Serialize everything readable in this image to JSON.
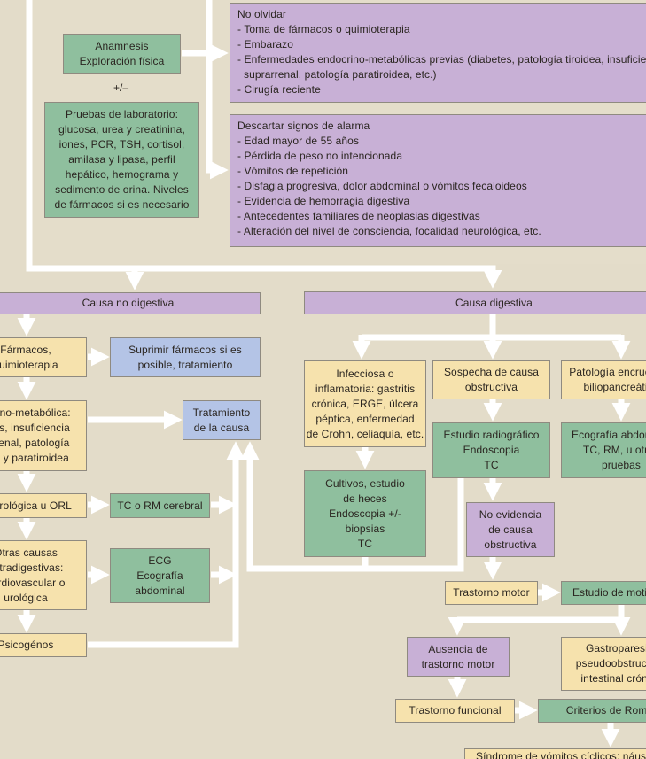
{
  "top": {
    "anamnesis": [
      "Anamnesis",
      "Exploración física"
    ],
    "plus_minus": "+/–",
    "pruebas": [
      "Pruebas de laboratorio:",
      "glucosa, urea y creatinina,",
      "iones, PCR, TSH, cortisol,",
      "amilasa y lipasa, perfil",
      "hepático, hemograma y",
      "sedimento de orina. Niveles",
      "de fármacos si es necesario"
    ],
    "no_olvidar": {
      "title": "No olvidar",
      "items": [
        "- Toma de fármacos o quimioterapia",
        "- Embarazo",
        "- Enfermedades endocrino-metabólicas previas (diabetes, patología tiroidea, insuficiencia",
        "suprarrenal, patología paratiroidea, etc.)",
        "- Cirugía reciente"
      ]
    },
    "descartar": {
      "title": "Descartar signos de alarma",
      "items": [
        "- Edad mayor de 55 años",
        "- Pérdida de peso no intencionada",
        "- Vómitos de repetición",
        "- Disfagia progresiva, dolor abdominal o vómitos fecaloideos",
        "- Evidencia de hemorragia digestiva",
        "- Antecedentes familiares de neoplasias digestivas",
        "- Alteración del nivel de consciencia, focalidad neurológica, etc."
      ]
    }
  },
  "no_digestiva": {
    "header": "Causa no digestiva",
    "farmacos": [
      "Fármacos,",
      "quimioterapia"
    ],
    "suprimir": [
      "Suprimir fármacos si es",
      "posible, tratamiento"
    ],
    "endocrino": [
      "Endocrino-metabólica:",
      "diabetes, insuficiencia",
      "suprarrenal, patología",
      "tiroidea y paratiroidea"
    ],
    "tratamiento": [
      "Tratamiento",
      "de la causa"
    ],
    "neurologica": [
      "Neurológica u ORL"
    ],
    "tc_rm": [
      "TC o RM cerebral"
    ],
    "otras": [
      "Otras causas",
      "extradigestivas:",
      "cardiovascular o",
      "urológica"
    ],
    "ecg": [
      "ECG",
      "Ecografía",
      "abdominal"
    ],
    "psicogenos": [
      "Psicogénos"
    ]
  },
  "digestiva": {
    "header": "Causa digestiva",
    "infecciosa": [
      "Infecciosa o",
      "inflamatoria: gastritis",
      "crónica, ERGE, úlcera",
      "péptica, enfermedad",
      "de Crohn, celiaquía, etc."
    ],
    "sospecha": [
      "Sospecha de causa",
      "obstructiva"
    ],
    "patologia": [
      "Patología encrucijada",
      "biliopancreática"
    ],
    "estudio_radio": [
      "Estudio radiográfico",
      "Endoscopia",
      "TC"
    ],
    "ecografia": [
      "Ecografía abdominal",
      "TC, RM, u otras",
      "pruebas"
    ],
    "cultivos": [
      "Cultivos, estudio",
      "de heces",
      "Endoscopia +/-",
      "biopsias",
      "TC"
    ],
    "no_evidencia": [
      "No evidencia",
      "de causa",
      "obstructiva"
    ],
    "trastorno_motor": [
      "Trastorno motor"
    ],
    "estudio_motilidad": [
      "Estudio de motilidad"
    ],
    "ausencia": [
      "Ausencia de",
      "trastorno motor"
    ],
    "gastroparesia": [
      "Gastroparesia,",
      "pseudoobstrucción",
      "intestinal crónica"
    ],
    "trastorno_funcional": [
      "Trastorno funcional"
    ],
    "criterios_roma": [
      "Criterios de Roma"
    ],
    "sindrome": [
      "Síndrome de vómitos cíclicos; náuseas"
    ]
  }
}
